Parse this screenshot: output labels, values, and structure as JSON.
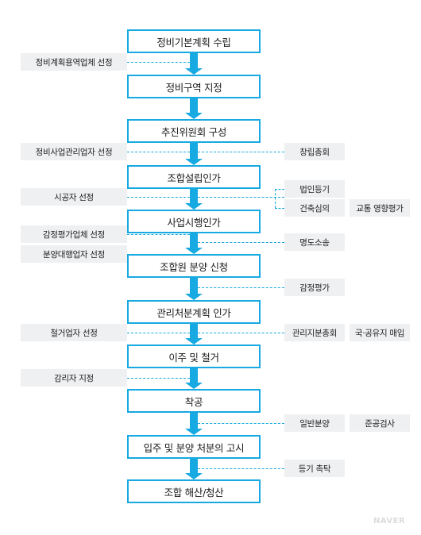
{
  "steps": [
    "정비기본계획 수립",
    "정비구역 지정",
    "추진위원회 구성",
    "조합설립인가",
    "사업시행인가",
    "조합원 분양 신청",
    "관리처분계획 인가",
    "이주 및 철거",
    "착공",
    "입주 및 분양 처분의 고시",
    "조합 해산/청산"
  ],
  "left_notes": [
    "정비계획용역업체 선정",
    "정비사업관리업자 선정",
    "시공자 선정",
    "감정평가업체 선정",
    "분양대행업자 선정",
    "철거업자 선정",
    "감리자 지정"
  ],
  "right_notes": [
    "창립총회",
    "법인등기",
    "건축심의",
    "교통 영향평가",
    "명도소송",
    "감정평가",
    "관리지분총회",
    "국·공유지 매입",
    "일반분양",
    "준공검사",
    "등기 촉탁"
  ],
  "watermark": "NAVER",
  "colors": {
    "accent": "#17a9e1",
    "note_bg": "#eef0f2"
  }
}
